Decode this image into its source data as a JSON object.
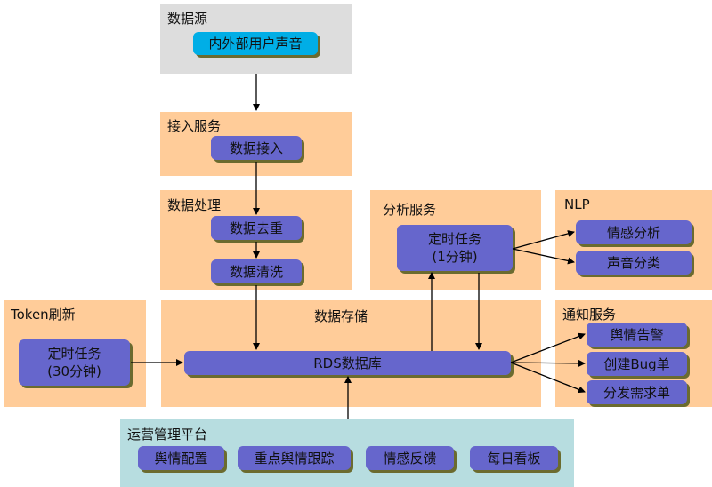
{
  "panels": {
    "source": {
      "title": "数据源",
      "nodes": [
        "内外部用户声音"
      ]
    },
    "ingest": {
      "title": "接入服务",
      "nodes": [
        "数据接入"
      ]
    },
    "process": {
      "title": "数据处理",
      "nodes": [
        "数据去重",
        "数据清洗"
      ]
    },
    "analysis": {
      "title": "分析服务",
      "nodes": [
        {
          "line1": "定时任务",
          "line2": "(1分钟)"
        }
      ]
    },
    "nlp": {
      "title": "NLP",
      "nodes": [
        "情感分析",
        "声音分类"
      ]
    },
    "token": {
      "title": "Token刷新",
      "nodes": [
        {
          "line1": "定时任务",
          "line2": "(30分钟)"
        }
      ]
    },
    "storage": {
      "title": "数据存储",
      "nodes": [
        "RDS数据库"
      ]
    },
    "notify": {
      "title": "通知服务",
      "nodes": [
        "舆情告警",
        "创建Bug单",
        "分发需求单"
      ]
    },
    "ops": {
      "title": "运营管理平台",
      "nodes": [
        "舆情配置",
        "重点舆情跟踪",
        "情感反馈",
        "每日看板"
      ]
    }
  },
  "colors": {
    "panel_orange": "#ffcc99",
    "panel_gray": "#dddddd",
    "panel_teal": "#b7dde0",
    "node_purple": "#6666cc",
    "node_cyan": "#00aee6",
    "node_shadow": "#6b6b2f"
  }
}
